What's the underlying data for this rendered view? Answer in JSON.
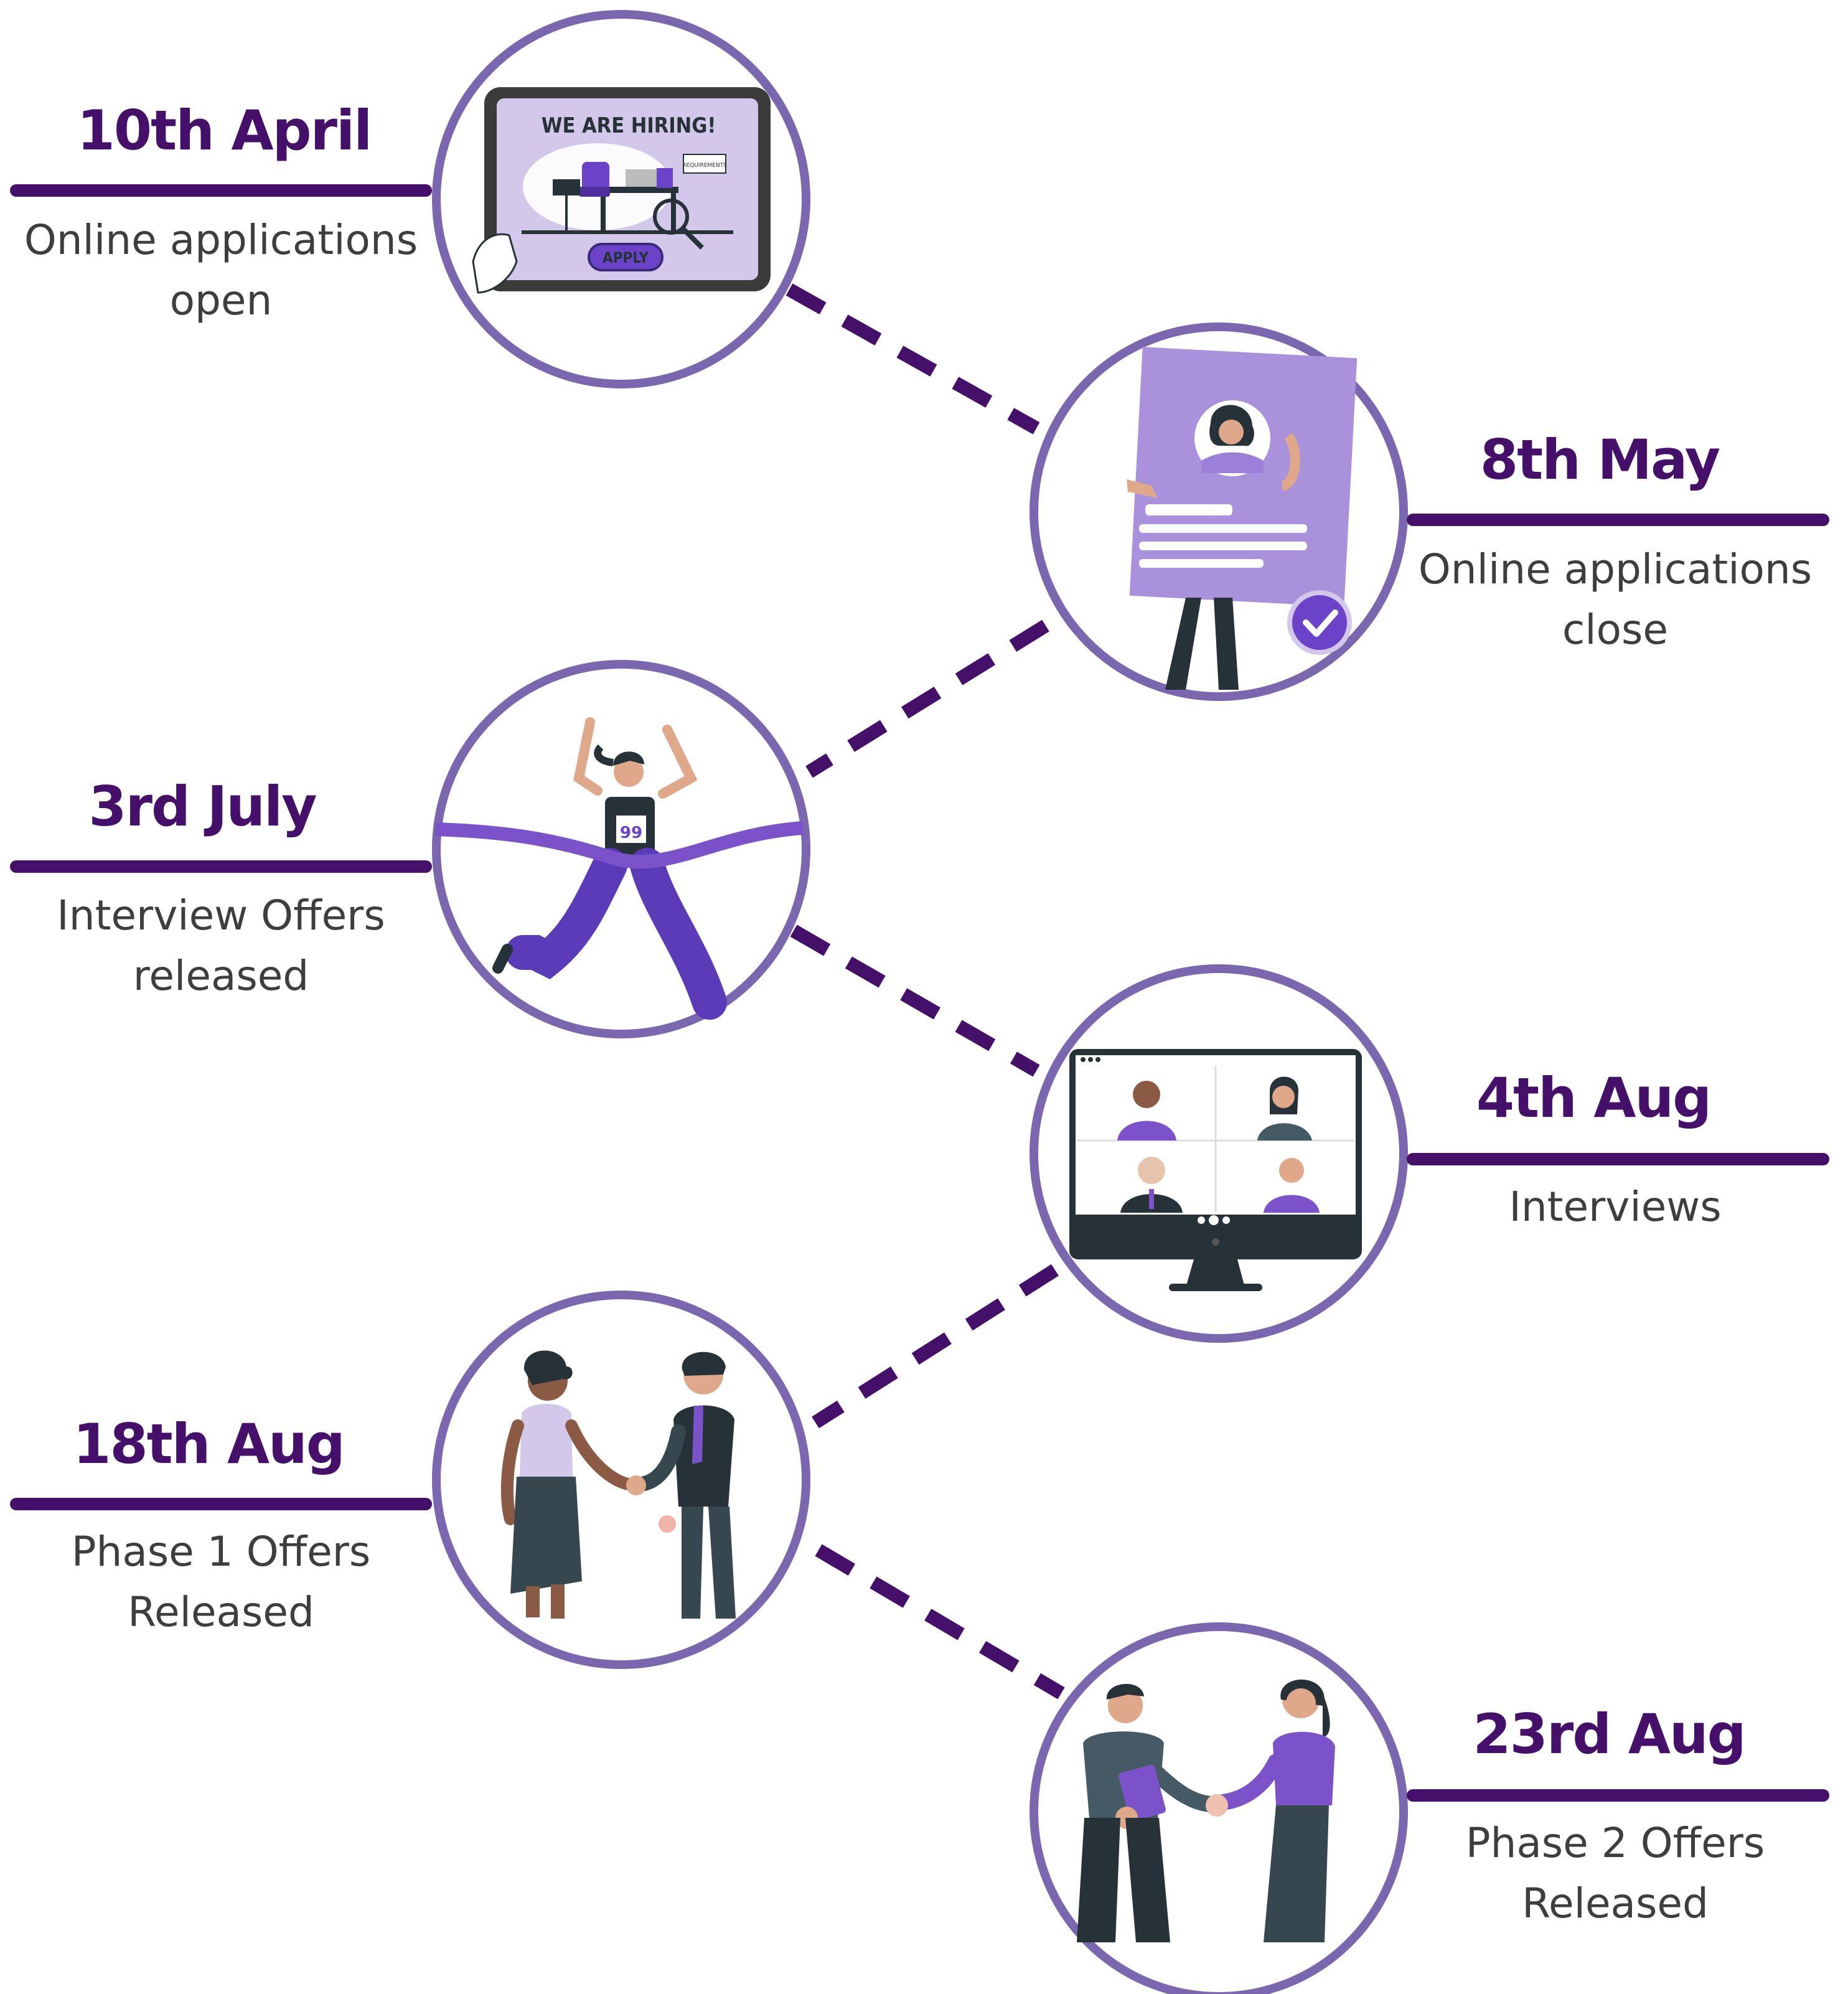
{
  "colors": {
    "accent_dark": "#45106a",
    "circle_ring": "#7b66b0",
    "illustration_purple": "#7b52c9",
    "illustration_light": "#d3c7ea",
    "text_grey": "#3e3e40"
  },
  "milestones": [
    {
      "date": "10th April",
      "desc_line1": "Online applications",
      "desc_line2": "open",
      "illustration": "hiring-tablet-illustration"
    },
    {
      "date": "8th May",
      "desc_line1": "Online applications",
      "desc_line2": "close",
      "illustration": "application-profile-illustration"
    },
    {
      "date": "3rd July",
      "desc_line1": "Interview Offers",
      "desc_line2": "released",
      "illustration": "finish-line-runner-illustration"
    },
    {
      "date": "4th Aug",
      "desc_line1": "Interviews",
      "desc_line2": "",
      "illustration": "video-call-monitor-illustration"
    },
    {
      "date": "18th Aug",
      "desc_line1": "Phase 1 Offers",
      "desc_line2": "Released",
      "illustration": "handshake-illustration"
    },
    {
      "date": "23rd Aug",
      "desc_line1": "Phase 2 Offers",
      "desc_line2": "Released",
      "illustration": "handshake-illustration"
    }
  ],
  "illustration_text": {
    "hiring_banner": "WE ARE HIRING!",
    "apply_button": "APPLY",
    "requirements_note": "REQUIREMENTS",
    "runner_bib": "99"
  }
}
